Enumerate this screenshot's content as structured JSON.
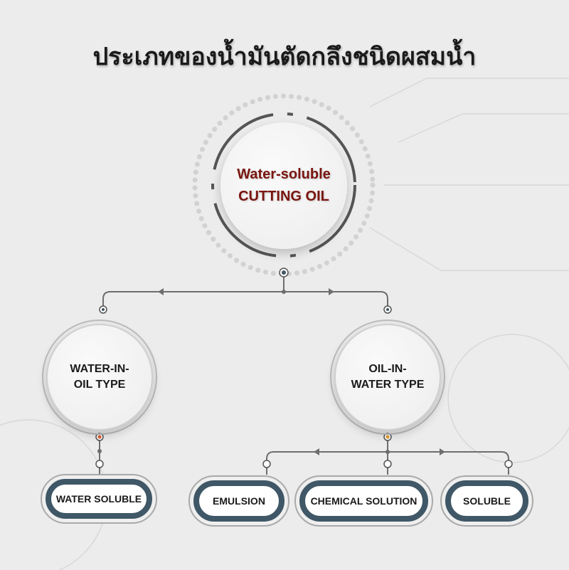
{
  "title": "ประเภทของน้ำมันตัดกลึงชนิดผสมน้ำ",
  "root": {
    "line1": "Water-soluble",
    "line2": "CUTTING OIL"
  },
  "branches": [
    {
      "line1": "WATER-IN-",
      "line2": "OIL TYPE",
      "children": [
        "WATER SOLUBLE"
      ]
    },
    {
      "line1": "OIL-IN-",
      "line2": "WATER TYPE",
      "children": [
        "EMULSION",
        "CHEMICAL SOLUTION",
        "SOLUBLE"
      ]
    }
  ],
  "colors": {
    "root_text": "#7a1510",
    "pill_border": "#3f5766",
    "node_left": "#e0603a",
    "node_right": "#e0a030"
  }
}
